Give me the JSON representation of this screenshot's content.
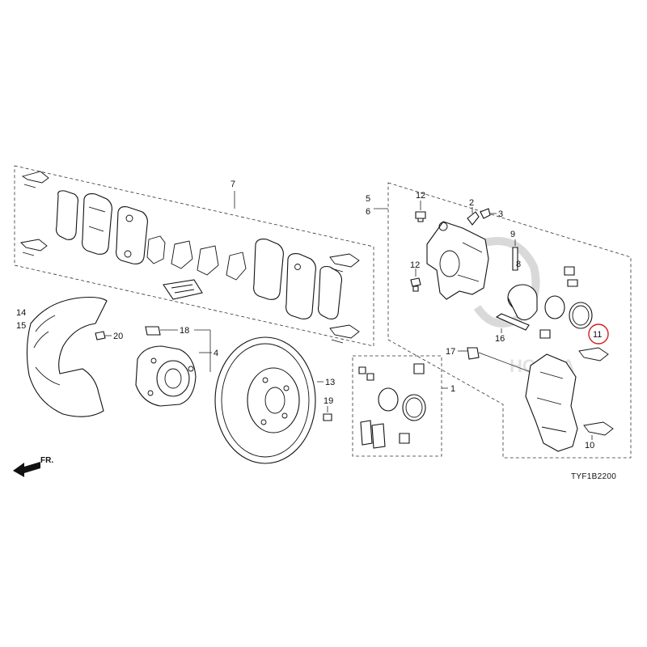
{
  "diagram": {
    "drawing_code": "TYF1B2200",
    "direction_label": "FR.",
    "highlight_color": "#d22020",
    "highlighted_callout": "11",
    "callouts": {
      "c1": "1",
      "c2": "2",
      "c3": "3",
      "c4": "4",
      "c5": "5",
      "c6": "6",
      "c7": "7",
      "c8": "8",
      "c9": "9",
      "c10": "10",
      "c11": "11",
      "c12a": "12",
      "c12b": "12",
      "c13": "13",
      "c14": "14",
      "c15": "15",
      "c16": "16",
      "c17": "17",
      "c18": "18",
      "c19": "19",
      "c20": "20"
    }
  }
}
